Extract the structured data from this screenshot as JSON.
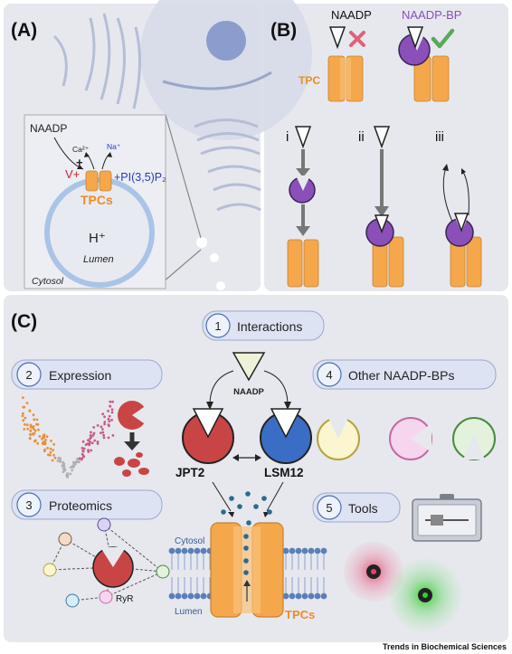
{
  "panel_a": {
    "label": "(A)",
    "naadp": "NAADP",
    "ca_ion": "Ca²⁺",
    "na_ion": "Na⁺",
    "v_plus": "V+",
    "pi35p2": "+PI(3,5)P₂",
    "tpcs": "TPCs",
    "h_plus": "H⁺",
    "lumen": "Lumen",
    "cytosol": "Cytosol"
  },
  "panel_b": {
    "label": "(B)",
    "naadp": "NAADP",
    "naadp_bp": "NAADP-BP",
    "tpc": "TPC",
    "models": [
      "i",
      "ii",
      "iii"
    ]
  },
  "panel_c": {
    "label": "(C)",
    "items": [
      {
        "num": "1",
        "text": "Interactions"
      },
      {
        "num": "2",
        "text": "Expression"
      },
      {
        "num": "3",
        "text": "Proteomics"
      },
      {
        "num": "4",
        "text": "Other NAADP-BPs"
      },
      {
        "num": "5",
        "text": "Tools"
      }
    ],
    "naadp": "NAADP",
    "jpt2": "JPT2",
    "lsm12": "LSM12",
    "ryr": "RyR",
    "cytosol": "Cytosol",
    "lumen": "Lumen",
    "tpcs": "TPCs"
  },
  "colors": {
    "panel_bg": "#e6e8ee",
    "tpc_orange": "#f4a74b",
    "tpc_light": "#f9c27a",
    "naadp_bp_purple": "#8a4fb8",
    "jpt2_red": "#c94545",
    "lsm12_blue": "#3a6dc4",
    "box_fill": "#dde3f2",
    "naadp_blue_text": "#2a3ab8",
    "ion_red": "#d42020",
    "green_check": "#5aa95a",
    "red_cross": "#e0607a"
  },
  "footer": "Trends in Biochemical Sciences"
}
